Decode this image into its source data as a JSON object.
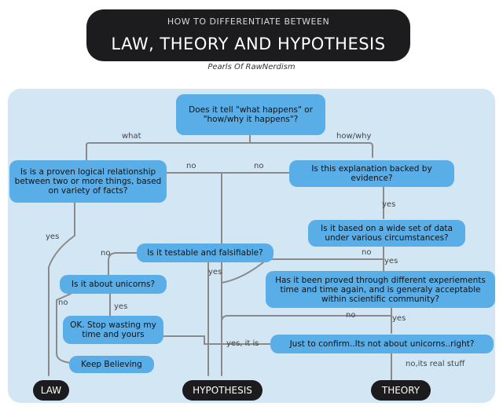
{
  "header": {
    "subtitle": "HOW TO DIFFERENTIATE BETWEEN",
    "title": "LAW, THEORY AND HYPOTHESIS",
    "credit": "Pearls Of RawNerdism"
  },
  "nodes": {
    "q_what_happens": "Does it tell \"what happens\" or \"how/why it happens\"?",
    "q_proven_logical": "Is is a proven logical relationship between two or more things, based on variety of facts?",
    "q_backed_by_evidence": "Is this explanation backed by evidence?",
    "q_wide_data": "Is it based on a wide set of data under various circumstances?",
    "q_testable": "Is it testable and falsifiable?",
    "q_unicorns": "Is it about unicorns?",
    "q_proved_time_again": "Has it been proved through different experiements time and time again, and is generaly acceptable within scientific community?",
    "a_stop_wasting": "OK. Stop wasting my time and yours",
    "q_confirm_unicorns": "Just to confirm..Its not about unicorns..right?",
    "a_keep_believing": "Keep Believing"
  },
  "terminals": {
    "law": "LAW",
    "hypothesis": "HYPOTHESIS",
    "theory": "THEORY"
  },
  "edge_labels": {
    "what": "what",
    "how_why": "how/why",
    "no_1": "no",
    "no_2": "no",
    "yes_law": "yes",
    "yes_evidence": "yes",
    "no_testable": "no",
    "no_wide": "no",
    "yes_wide": "yes",
    "yes_hypothesis": "yes",
    "yes_unicorns": "yes",
    "no_unicorns": "no",
    "no_proved": "no",
    "yes_proved": "yes",
    "yes_it_is": "yes, it is",
    "no_real_stuff": "no,its real stuff"
  }
}
